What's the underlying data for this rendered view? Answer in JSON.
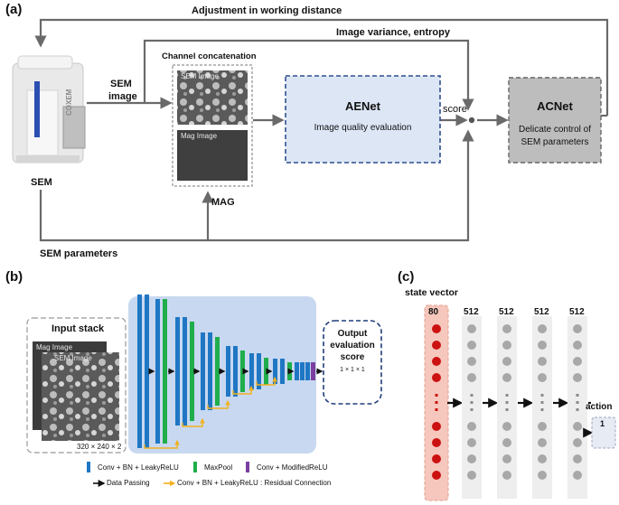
{
  "panel_a": {
    "label": "(a)",
    "adjustment": "Adjustment in working distance",
    "variance": "Image variance, entropy",
    "sem_image": [
      "SEM",
      "image"
    ],
    "channel": "Channel concatenation",
    "sem_tile": "SEM Image",
    "mag_tile": "Mag Image",
    "aenet_title": "AENet",
    "aenet_sub": "Image quality evaluation",
    "score": "score",
    "acnet_title": "ACNet",
    "acnet_sub": [
      "Delicate control of",
      "SEM parameters"
    ],
    "sem": "SEM",
    "mag": "MAG",
    "sem_params": "SEM parameters",
    "brand": "COXEM"
  },
  "panel_b": {
    "label": "(b)",
    "input_stack": "Input stack",
    "mag_tile": "Mag Image",
    "sem_tile": "SEM Image",
    "dims": "320 × 240 × 2",
    "output": [
      "Output",
      "evaluation",
      "score"
    ],
    "output_dims": "1 × 1 × 1",
    "legend": {
      "conv": "Conv + BN + LeakyReLU",
      "maxpool": "MaxPool",
      "modrelu": "Conv + ModifiedReLU",
      "passing": "Data Passing",
      "residual": "Conv + BN + LeakyReLU : Residual Connection"
    }
  },
  "panel_c": {
    "label": "(c)",
    "state_vector": "state vector",
    "action": "action",
    "layer_sizes": [
      "80",
      "512",
      "512",
      "512",
      "512"
    ],
    "action_size": "1"
  },
  "colors": {
    "conv": "#1f77c4",
    "maxpool": "#1fae4b",
    "modrelu": "#7b3fa0",
    "residual": "#f2b01e",
    "aenet_fill": "#dce6f5",
    "aenet_border": "#2f4f8f",
    "acnet_fill": "#bdbdbd",
    "network_bg": "#c8d8f0",
    "state_node": "#cc1111",
    "hidden_node": "#a8a8a8",
    "action_node": "#1f3d7a"
  }
}
